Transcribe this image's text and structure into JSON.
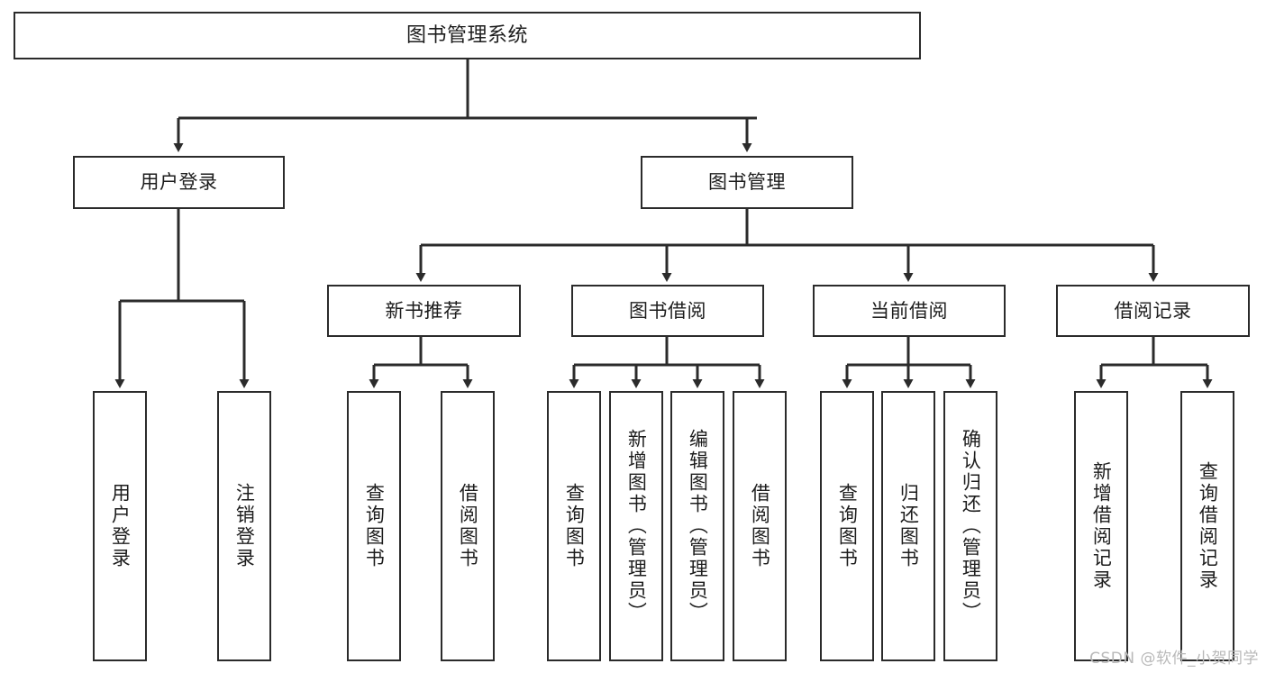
{
  "diagram": {
    "type": "tree-hierarchy",
    "title": "图书管理系统",
    "orientation": "top-down",
    "colors": {
      "background": "#ffffff",
      "box_border": "#2b2b2b",
      "box_fill": "#ffffff",
      "text": "#1d1d1d",
      "connector": "#2b2b2b",
      "watermark": "#b9b9b9"
    },
    "root": {
      "label": "图书管理系统"
    },
    "level2": [
      {
        "label": "用户登录"
      },
      {
        "label": "图书管理"
      }
    ],
    "level3": [
      {
        "label": "新书推荐"
      },
      {
        "label": "图书借阅"
      },
      {
        "label": "当前借阅"
      },
      {
        "label": "借阅记录"
      }
    ],
    "leaves": {
      "user_login": [
        {
          "label": "用户登录"
        },
        {
          "label": "注销登录"
        }
      ],
      "new_book": [
        {
          "label": "查询图书"
        },
        {
          "label": "借阅图书"
        }
      ],
      "borrow_book": [
        {
          "label": "查询图书"
        },
        {
          "label": "新增图书（管理员）"
        },
        {
          "label": "编辑图书（管理员）"
        },
        {
          "label": "借阅图书"
        }
      ],
      "current_borrow": [
        {
          "label": "查询图书"
        },
        {
          "label": "归还图书"
        },
        {
          "label": "确认归还（管理员）"
        }
      ],
      "borrow_record": [
        {
          "label": "新增借阅记录"
        },
        {
          "label": "查询借阅记录"
        }
      ]
    }
  },
  "watermark": {
    "text": "CSDN @软件_小贺同学"
  }
}
